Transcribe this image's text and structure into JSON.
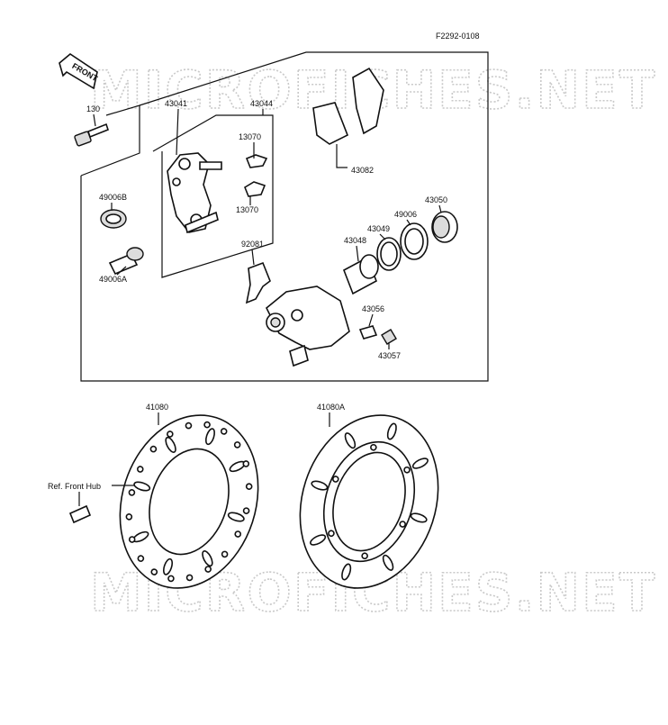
{
  "figure_code": "F2292-0108",
  "front_arrow_label": "FRONT",
  "watermark": "MICROFICHES.NET",
  "labels": {
    "p130": "130",
    "p43041": "43041",
    "p43044": "43044",
    "p13070a": "13070",
    "p13070b": "13070",
    "p49006b": "49006B",
    "p49006a": "49006A",
    "p43082": "43082",
    "p43050": "43050",
    "p49006": "49006",
    "p43049": "43049",
    "p43048": "43048",
    "p92081": "92081",
    "p43056": "43056",
    "p43057": "43057",
    "p41080": "41080",
    "p41080a": "41080A",
    "ref_front_hub": "Ref. Front Hub"
  }
}
